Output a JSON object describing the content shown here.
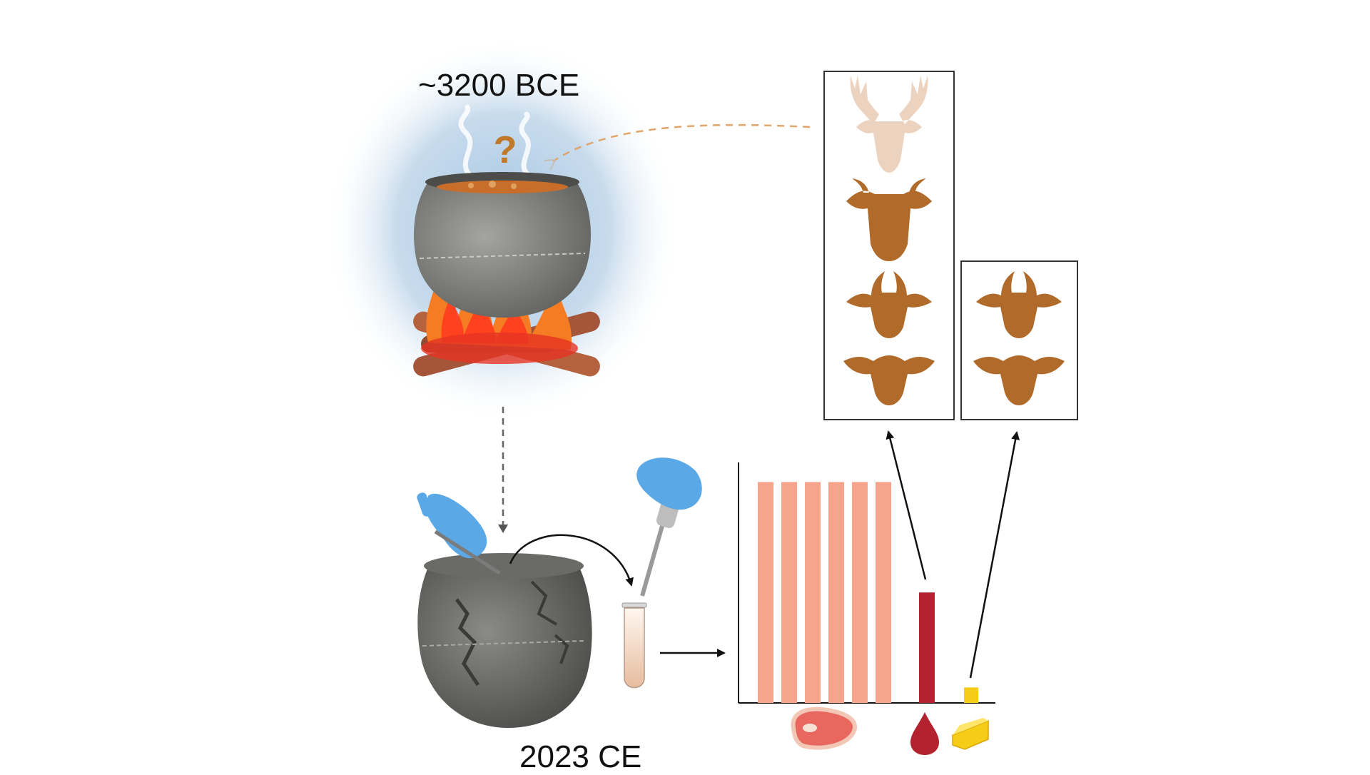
{
  "labels": {
    "ancient_era": "~3200 BCE",
    "modern_era": "2023 CE",
    "question_mark": "?"
  },
  "colors": {
    "glow_blue": "#b9d2e8",
    "animal_brown": "#b06a2a",
    "deer_faded": "#ecd3c0",
    "meat_bar": "#f7a48d",
    "blood_bar": "#b3222f",
    "dairy_bar": "#f6cd16",
    "pot_gray": "#7a7a78",
    "glove_blue": "#5aa8e6",
    "flame_orange": "#f57c22",
    "dashed_arrow_orange": "#e0a56a"
  },
  "icons": {
    "panel_1": [
      "deer-head-icon",
      "cow-head-icon",
      "goat-head-icon",
      "sheep-head-icon"
    ],
    "panel_2": [
      "goat-head-icon",
      "sheep-head-icon"
    ],
    "bar_categories": [
      "meat-icon",
      "blood-drop-icon",
      "cheese-icon"
    ]
  },
  "chart_data": {
    "type": "bar",
    "categories": [
      "meat-1",
      "meat-2",
      "meat-3",
      "meat-4",
      "meat-5",
      "meat-6",
      "blood",
      "dairy"
    ],
    "values": [
      100,
      100,
      100,
      100,
      100,
      100,
      50,
      7
    ],
    "ylim": [
      0,
      105
    ],
    "category_colors": [
      "#f7a48d",
      "#f7a48d",
      "#f7a48d",
      "#f7a48d",
      "#f7a48d",
      "#f7a48d",
      "#b3222f",
      "#f6cd16"
    ],
    "grid": false
  }
}
